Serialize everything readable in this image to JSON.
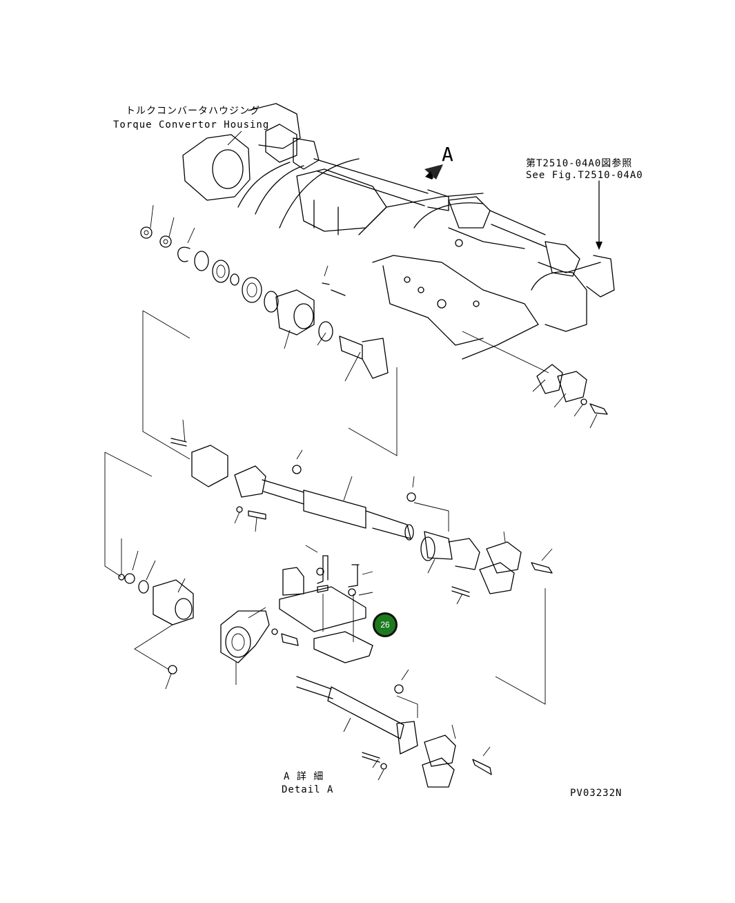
{
  "labels": {
    "housing_jp": "トルクコンバータハウジング",
    "housing_en": "Torque Convertor Housing",
    "ref_jp": "第T2510-04A0図参照",
    "ref_en": "See Fig.T2510-04A0",
    "arrow_letter": "A",
    "detail_jp": "A 詳 細",
    "detail_en": "Detail A",
    "figure_code": "PV03232N"
  },
  "callout": {
    "number": "26",
    "color": "#1e7a1e"
  }
}
